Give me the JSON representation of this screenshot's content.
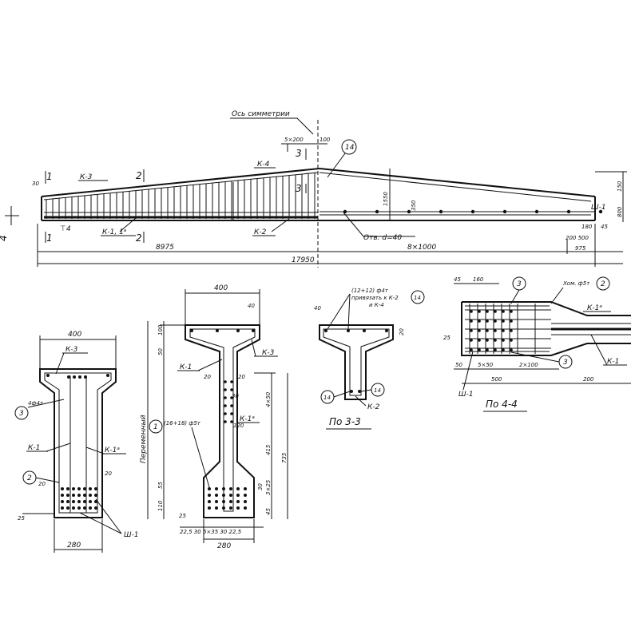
{
  "elevation": {
    "symmetry_axis_label": "Ось симметрии",
    "span_half": "8975",
    "span_right": "8×1000",
    "span_total": "17950",
    "spacing_top": "5×200",
    "spacing_100": "100",
    "dim_30": "30",
    "dim_1550": "1550",
    "dim_350": "350",
    "dim_150": "150",
    "dim_800": "800",
    "dim_180": "180",
    "dim_45": "45",
    "dim_200_500": "200 500",
    "dim_975": "975",
    "hole_label": "Отв. d=40",
    "label_k3": "К-3",
    "label_k4": "К-4",
    "label_k2": "К-2",
    "label_k1": "К-1, 1ᵃ",
    "label_sh1": "Ш-1",
    "label_4": "4",
    "label_t4": "⊤4",
    "section_1": "1",
    "section_2": "2",
    "section_3": "3",
    "callout_14": "14"
  },
  "section_1_1": {
    "width_top": "400",
    "width_bottom": "280",
    "label_k3": "К-3",
    "label_4d4": "4ф4т",
    "label_k1": "К-1",
    "label_k1a": "К-1ᵃ",
    "label_sh1": "Ш-1",
    "dim_20a": "20",
    "dim_20b": "20",
    "dim_25": "25",
    "callout_3": "3",
    "callout_2": "2"
  },
  "section_2_2": {
    "width_top": "400",
    "width_bottom": "280",
    "variable_label": "Переменный",
    "dim_40": "40",
    "dim_100": "100",
    "dim_50": "50",
    "dim_20a": "20",
    "dim_20b": "20",
    "dim_30a": "30",
    "dim_120": "120",
    "dim_4x50": "4×50",
    "dim_415": "415",
    "dim_735": "735",
    "dim_55": "55",
    "dim_110": "110",
    "dim_25": "25",
    "dim_30b": "30",
    "dim_3x25": "3×25",
    "dim_45": "45",
    "bottom_dims": "22,5 30  5×35  30 22,5",
    "label_k1": "К-1",
    "label_k3": "К-3",
    "label_k1a": "К-1ᵃ",
    "label_bars": "(16+18) ф5т",
    "callout_1": "1"
  },
  "section_3_3": {
    "title": "По 3-3",
    "note_bars": "(12+12) ф4т",
    "note_tie1": "привязать к К-2",
    "note_tie2": "и К-4",
    "dim_40": "40",
    "dim_20": "20",
    "label_k2": "К-2",
    "callout_14a": "14",
    "callout_14b": "14",
    "callout_14c": "14"
  },
  "section_4_4": {
    "title": "По 4-4",
    "dim_45": "45",
    "dim_160": "160",
    "label_khom": "Хом. ф5т",
    "label_k1a": "К-1ᵃ",
    "label_k1": "К-1",
    "label_sh1": "Ш-1",
    "dim_25": "25",
    "dim_50": "50",
    "dim_5x50": "5×50",
    "dim_2x100": "2×100",
    "dim_500": "500",
    "dim_200": "200",
    "callout_3a": "3",
    "callout_3b": "3",
    "callout_2": "2"
  }
}
